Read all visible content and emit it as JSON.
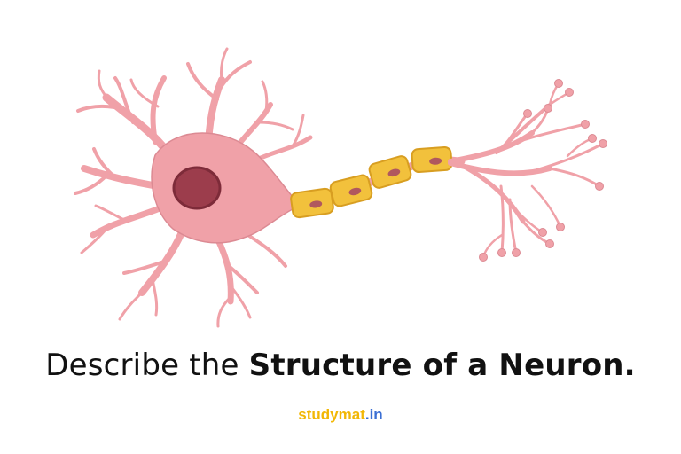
{
  "caption": {
    "plain": "Describe the ",
    "bold": "Structure of a Neuron."
  },
  "brand": {
    "name": "studymat",
    "suffix": ".in",
    "name_color": "#f2b705",
    "suffix_color": "#3b6fd4"
  },
  "colors": {
    "cell": "#f0a1a8",
    "cell_edge": "#dc8a93",
    "nucleus": "#9c3d4c",
    "nucleus_edge": "#7d2b39",
    "myelin": "#f2c13c",
    "myelin_edge": "#d89e21",
    "myelin_nucleus": "#b0585e"
  },
  "icons": [
    "neuron-illustration"
  ]
}
